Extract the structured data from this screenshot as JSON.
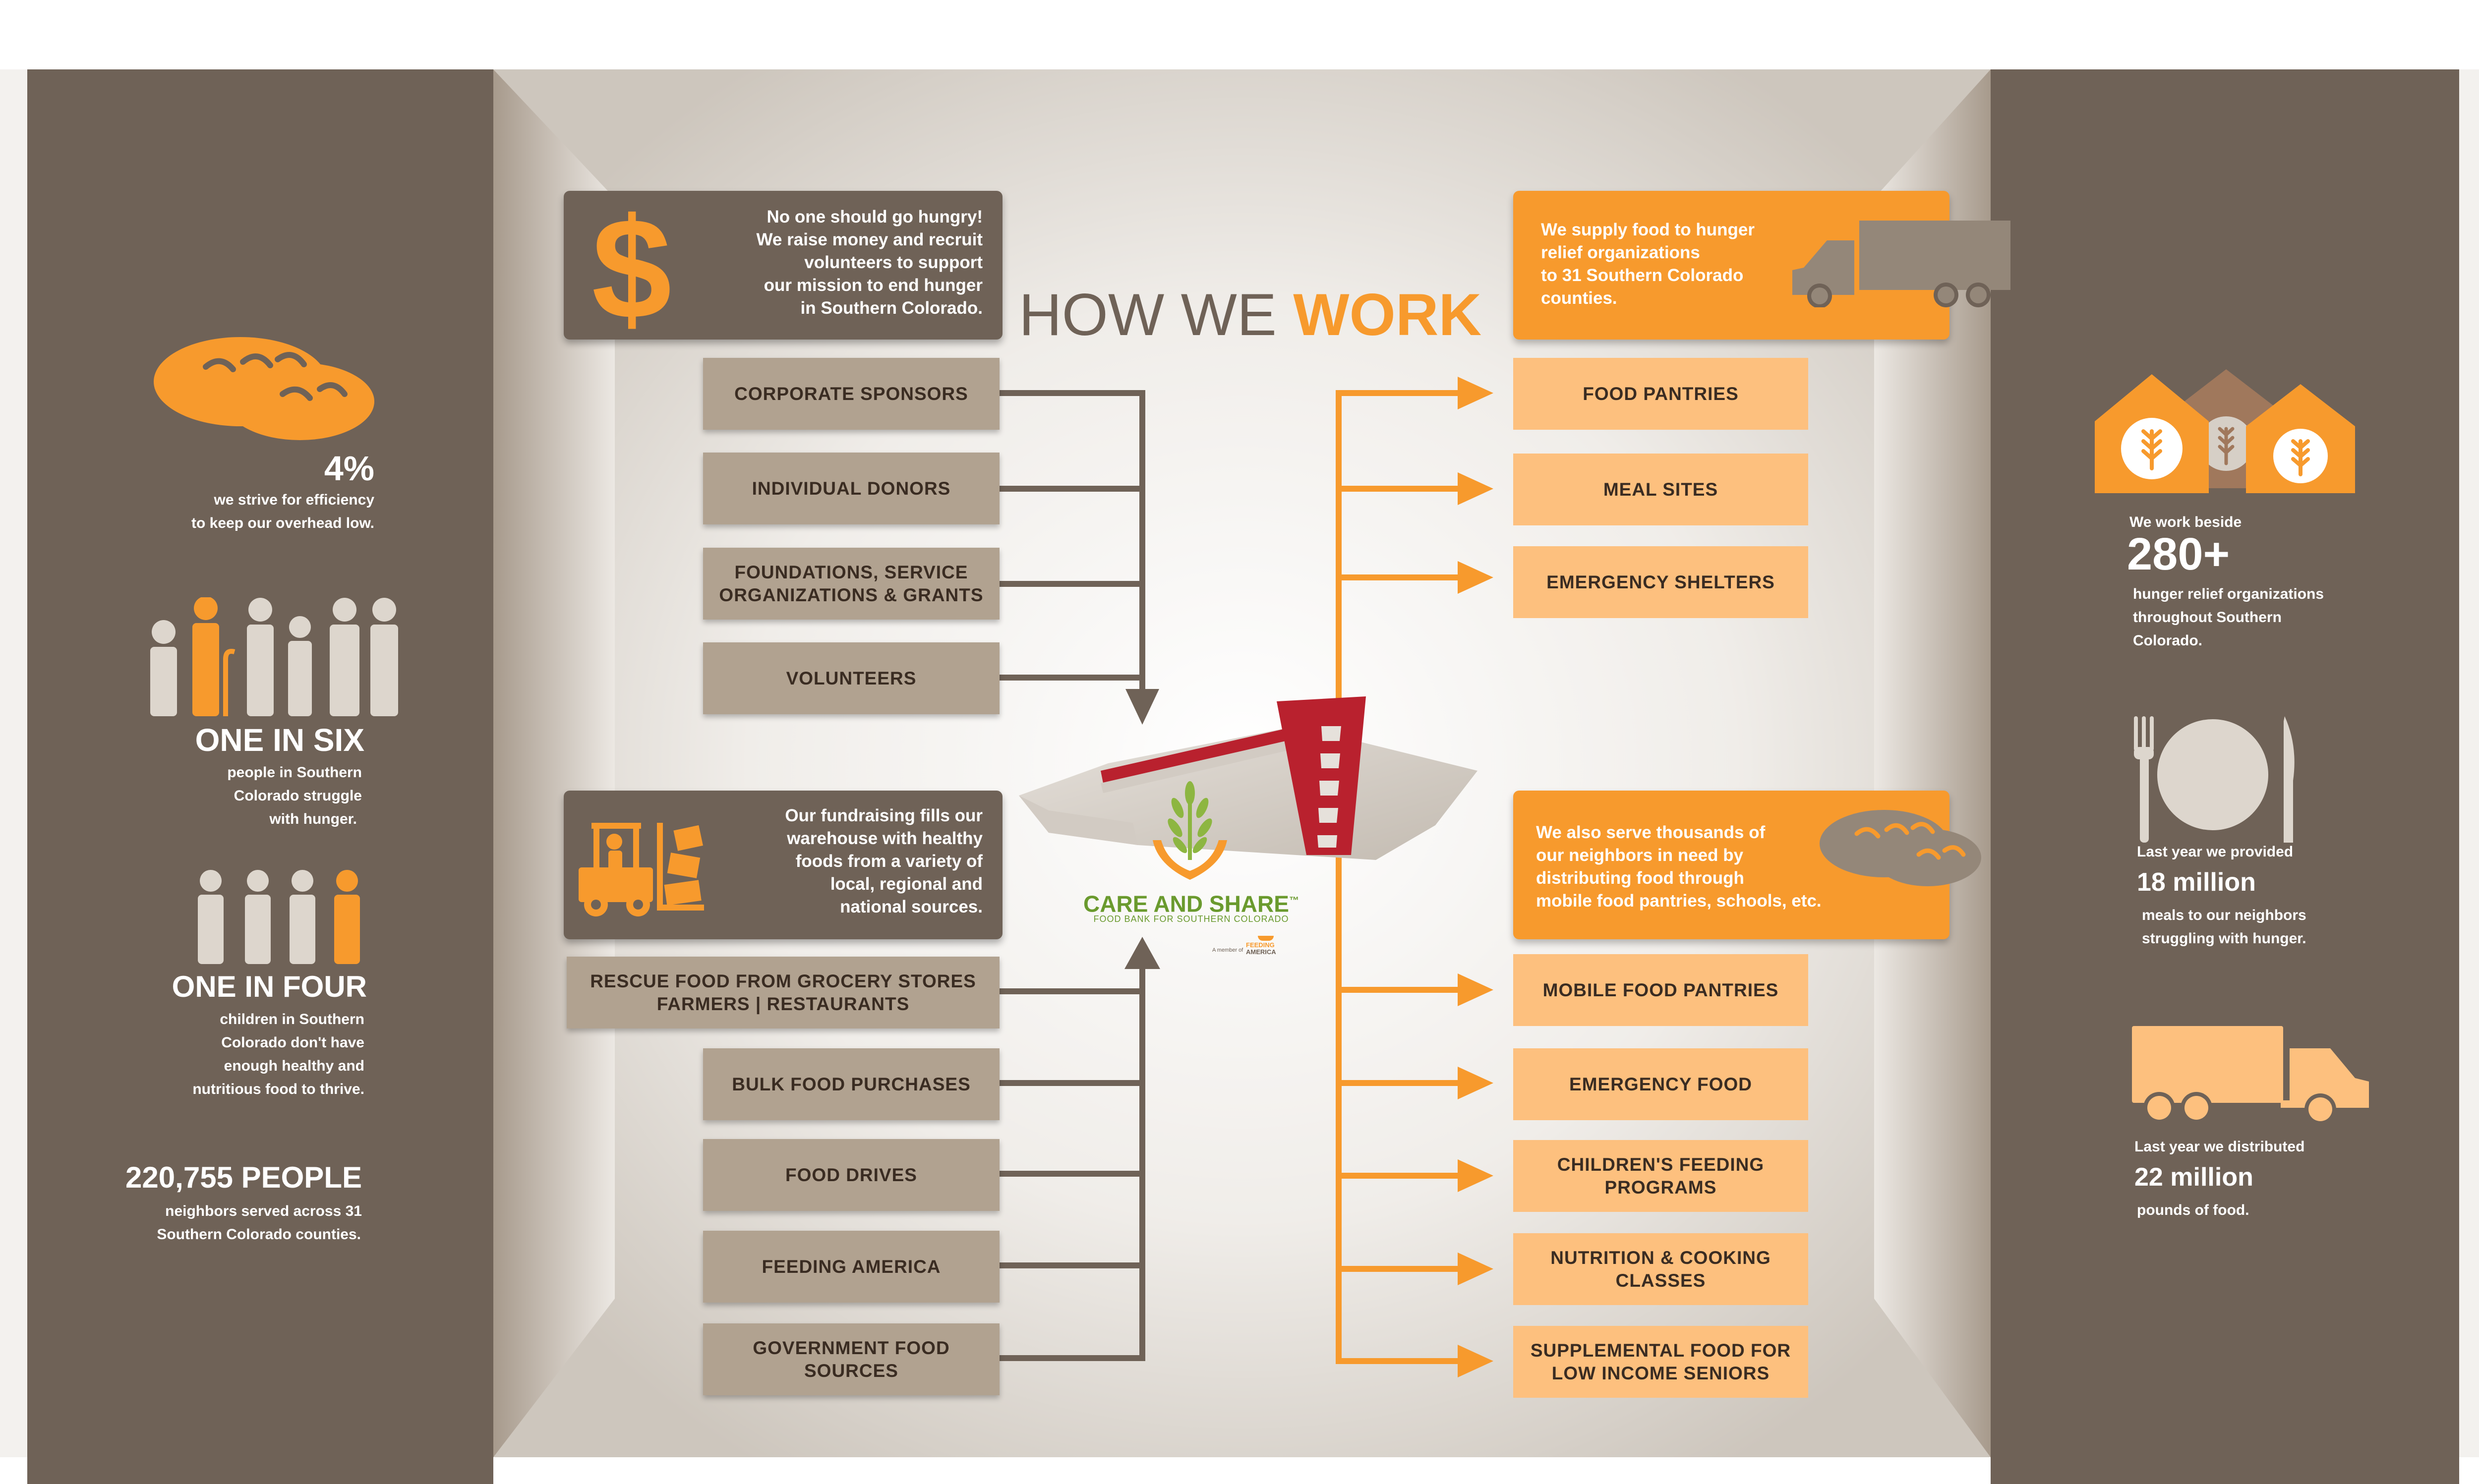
{
  "colors": {
    "brown": "#6f6257",
    "orange": "#f79a2d",
    "light_orange": "#fdc07e",
    "tan": "#b1a290",
    "grey": "#b8b1a8",
    "red": "#b9212e"
  },
  "header": {
    "title_prefix": "HOW WE ",
    "title_emphasis": "WORK"
  },
  "left_panel": {
    "efficiency": {
      "icon": "bread-icon",
      "value": "4%",
      "text_line1": "we strive for efficiency",
      "text_line2": "to keep our overhead low."
    },
    "one_in_six": {
      "icon": "people-icon",
      "heading": "ONE IN SIX",
      "text_line1": "people in Southern",
      "text_line2": "Colorado struggle",
      "text_line3": "with hunger."
    },
    "one_in_four": {
      "icon": "children-icon",
      "heading": "ONE IN FOUR",
      "text_line1": "children in Southern",
      "text_line2": "Colorado don't have",
      "text_line3": "enough healthy and",
      "text_line4": "nutritious food to thrive."
    },
    "people_served": {
      "heading": "220,755 PEOPLE",
      "text_line1": "neighbors served across 31",
      "text_line2": "Southern Colorado counties."
    }
  },
  "right_panel": {
    "organizations": {
      "icon": "houses-wheat-icon",
      "intro": "We work beside",
      "value": "280+",
      "text_line1": "hunger relief organizations",
      "text_line2": "throughout Southern",
      "text_line3": "Colorado."
    },
    "meals": {
      "icon": "plate-fork-knife-icon",
      "intro": "Last year we provided",
      "value": "18 million",
      "text_line1": "meals to our neighbors",
      "text_line2": "struggling with hunger."
    },
    "pounds": {
      "icon": "truck-icon",
      "intro": "Last year we distributed",
      "value": "22 million",
      "text_line1": "pounds of food."
    }
  },
  "callouts": {
    "raise": {
      "icon": "dollar-icon",
      "line1": "No one should go hungry!",
      "line2": "We raise money and recruit",
      "line3": "volunteers to support",
      "line4": "our mission to end hunger",
      "line5": "in Southern Colorado."
    },
    "warehouse": {
      "icon": "forklift-icon",
      "line1": "Our fundraising fills our",
      "line2": "warehouse with healthy",
      "line3": "foods from a variety of",
      "line4": "local, regional and",
      "line5": "national sources."
    },
    "supply": {
      "icon": "truck-icon",
      "line1": "We supply food to hunger",
      "line2": "relief organizations",
      "line3": "to 31 Southern Colorado",
      "line4": "counties."
    },
    "serve": {
      "icon": "bread-icon",
      "line1": "We also serve thousands of",
      "line2": "our neighbors in need by",
      "line3": "distributing food through",
      "line4": "mobile food pantries, schools, etc."
    }
  },
  "inputs_funding": [
    {
      "line1": "CORPORATE SPONSORS",
      "line2": ""
    },
    {
      "line1": "INDIVIDUAL DONORS",
      "line2": ""
    },
    {
      "line1": "FOUNDATIONS, SERVICE",
      "line2": "ORGANIZATIONS & GRANTS"
    },
    {
      "line1": "VOLUNTEERS",
      "line2": ""
    }
  ],
  "inputs_food": [
    {
      "line1": "RESCUE FOOD FROM GROCERY STORES",
      "line2": "FARMERS | RESTAURANTS"
    },
    {
      "line1": "BULK FOOD PURCHASES",
      "line2": ""
    },
    {
      "line1": "FOOD DRIVES",
      "line2": ""
    },
    {
      "line1": "FEEDING AMERICA",
      "line2": ""
    },
    {
      "line1": "GOVERNMENT FOOD",
      "line2": "SOURCES"
    }
  ],
  "outputs_agencies": [
    {
      "line1": "FOOD PANTRIES",
      "line2": ""
    },
    {
      "line1": "MEAL SITES",
      "line2": ""
    },
    {
      "line1": "EMERGENCY SHELTERS",
      "line2": ""
    }
  ],
  "outputs_programs": [
    {
      "line1": "MOBILE FOOD PANTRIES",
      "line2": ""
    },
    {
      "line1": "EMERGENCY FOOD",
      "line2": ""
    },
    {
      "line1": "CHILDREN'S FEEDING",
      "line2": "PROGRAMS"
    },
    {
      "line1": "NUTRITION & COOKING",
      "line2": "CLASSES"
    },
    {
      "line1": "SUPPLEMENTAL FOOD FOR",
      "line2": "LOW INCOME SENIORS"
    }
  ],
  "logo": {
    "name": "CARE AND SHARE",
    "trademark": "™",
    "tagline": "FOOD BANK FOR SOUTHERN COLORADO",
    "member_prefix": "A member of",
    "member_line1": "FEEDING",
    "member_line2": "AMERICA"
  }
}
